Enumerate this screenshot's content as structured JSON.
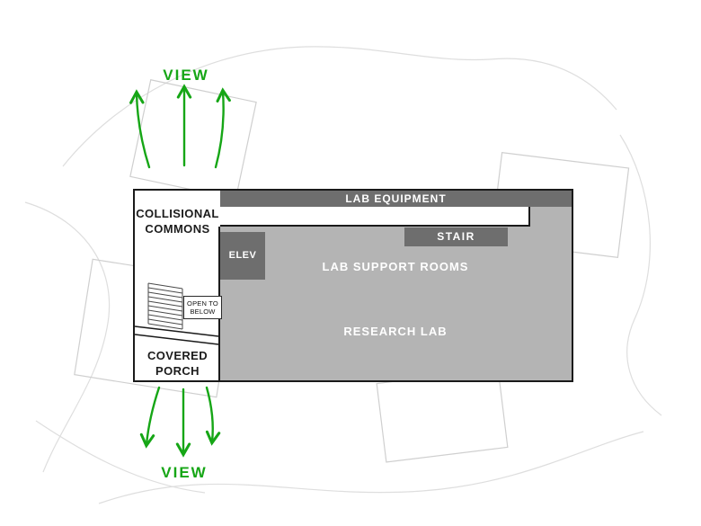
{
  "colors": {
    "green": "#16a616",
    "room_gray": "#b4b4b4",
    "dark_gray": "#6e6e6e",
    "outline": "#1a1a1a",
    "contour": "#dedede",
    "footprint": "#cfcfcf"
  },
  "plan": {
    "lab_equipment": "LAB EQUIPMENT",
    "collisional_commons_line1": "COLLISIONAL",
    "collisional_commons_line2": "COMMONS",
    "stair": "STAIR",
    "elevator": "ELEV",
    "lab_support_rooms": "LAB SUPPORT ROOMS",
    "research_lab": "RESEARCH LAB",
    "open_to_below_line1": "OPEN TO",
    "open_to_below_line2": "BELOW",
    "covered_porch_line1": "COVERED",
    "covered_porch_line2": "PORCH"
  },
  "annotations": {
    "view_top": "VIEW",
    "view_bottom": "VIEW"
  }
}
